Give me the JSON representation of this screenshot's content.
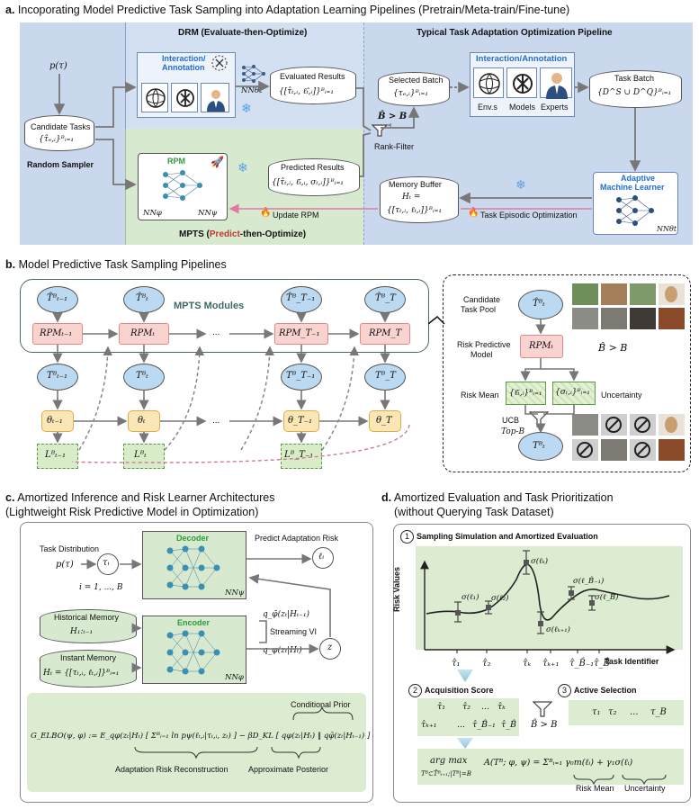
{
  "section_a": {
    "title_prefix": "a.",
    "title": "Incoporating Model Predictive Task Sampling into Adaptation Learning Pipelines (Pretrain/Meta-train/Fine-tune)",
    "drm_title": "DRM (Evaluate-then-Optimize)",
    "typical_title": "Typical Task Adaptation Optimization Pipeline",
    "mpts_title_pre": "MPTS (",
    "mpts_title_red": "Predict",
    "mpts_title_post": "-then-Optimize)",
    "p_tau": "p(τ)",
    "candidate_tasks": "Candidate Tasks",
    "candidate_formula": "{τ̂ₑ,ᵢ}ᴮᵢ₌₁",
    "random_sampler": "Random Sampler",
    "interaction_annotation_1": "Interaction/",
    "interaction_annotation_2": "Annotation",
    "nn_theta_t": "NNθt",
    "evaluated_results": "Evaluated Results",
    "evaluated_formula": "{[τ̂ₜ,ᵢ, ℓ̂ₜ,ᵢ]}ᴮᵢ₌₁",
    "selected_batch": "Selected Batch",
    "selected_formula": "{τₑ,ᵢ}ᴮᵢ₌₁",
    "b_hat_gt_b": "B̂ > B",
    "rank_filter": "Rank-Filter",
    "interaction_annotation_full": "Interaction/Annotation",
    "envs": "Env.s",
    "models": "Models",
    "experts": "Experts",
    "task_batch": "Task Batch",
    "task_batch_formula": "{D^S ∪ D^Q}ᴮᵢ₌₁",
    "rpm": "RPM",
    "nn_phi": "NNφ",
    "nn_psi": "NNψ",
    "predicted_results": "Predicted Results",
    "predicted_formula": "{[τ̂ₜ,ᵢ, ℓ̄ₜ,ᵢ, σₜ,ᵢ]}ᴮᵢ₌₁",
    "memory_buffer": "Memory Buffer",
    "memory_formula_1": "Hₜ =",
    "memory_formula_2": "{[τₜ,ᵢ, ℓₜ,ᵢ]}ᴮᵢ₌₁",
    "update_rpm": "Update RPM",
    "task_episodic_opt": "Task Episodic Optimization",
    "adaptive_ml_1": "Adaptive",
    "adaptive_ml_2": "Machine Learner",
    "nn_theta_t2": "NNθt"
  },
  "section_b": {
    "title_prefix": "b.",
    "title": "Model Predictive Task Sampling Pipelines",
    "mpts_modules": "MPTS Modules",
    "top_nodes": [
      "T̂ᴮₜ₋₁",
      "T̂ᴮₜ",
      "T̂ᴮ_T₋₁",
      "T̂ᴮ_T"
    ],
    "rpm_nodes": [
      "RPMₜ₋₁",
      "RPMₜ",
      "RPM_T₋₁",
      "RPM_T"
    ],
    "mid_nodes": [
      "Tᴮₜ₋₁",
      "Tᴮₜ",
      "Tᴮ_T₋₁",
      "Tᴮ_T"
    ],
    "theta_nodes": [
      "θₜ₋₁",
      "θₜ",
      "θ_T₋₁",
      "θ_T"
    ],
    "loss_nodes": [
      "Lᴮₜ₋₁",
      "Lᴮₜ",
      "Lᴮ_T₋₁",
      "Lᴮ_T"
    ],
    "dots": "...",
    "right": {
      "candidate_pool_1": "Candidate",
      "candidate_pool_2": "Task Pool",
      "risk_predictive_1": "Risk Predictive",
      "risk_predictive_2": "Model",
      "top_node": "T̂ᴮₜ",
      "rpm_node": "RPMₜ",
      "b_hat_gt_b": "B̂ > B",
      "risk_mean": "Risk Mean",
      "uncertainty": "Uncertainty",
      "mean_formula": "{ℓ̄ₜ,ᵢ}ᴮᵢ₌₁",
      "sigma_formula": "{σₜ,ᵢ}ᴮᵢ₌₁",
      "ucb": "UCB",
      "top_b": "Top-B",
      "bottom_node": "Tᴮₜ"
    }
  },
  "section_c": {
    "title_prefix": "c.",
    "title_line1": "Amortized Inference and Risk Learner Architectures",
    "title_line2": "(Lightweight Risk Predictive Model in Optimization)",
    "task_distribution": "Task Distribution",
    "p_tau": "p(τ)",
    "tau_i": "τᵢ",
    "index_range": "i = 1, ..., B",
    "decoder": "Decoder",
    "nn_psi": "NNψ",
    "predict_risk": "Predict Adaptation Risk",
    "ell_i": "ℓᵢ",
    "historical_memory": "Historical Memory",
    "h_hist": "H₁:ₜ₋₁",
    "instant_memory": "Instant Memory",
    "h_inst": "Hₜ = {[τₜ,ᵢ, ℓₜ,ᵢ]}ᴮᵢ₌₁",
    "encoder": "Encoder",
    "nn_phi": "NNφ",
    "q_prior": "q_φ̄(zₜ|Hₜ₋₁)",
    "streaming_vi": "Streaming VI",
    "q_post": "q_φ(zₜ|Hₜ)",
    "z": "z",
    "conditional_prior": "Conditional Prior",
    "elbo": "G_ELBO(ψ, φ) := E_qφ(zₜ|Hₜ) [ Σᴮᵢ₌₁ ln pψ(ℓₜ,ᵢ|τₜ,ᵢ, zₜ) ] − βD_KL [ qφ(zₜ|Hₜ) ‖ qφ̄(zₜ|Hₜ₋₁) ]",
    "adaptation_risk_recon": "Adaptation Risk Reconstruction",
    "approx_posterior": "Approximate Posterior"
  },
  "section_d": {
    "title_prefix": "d.",
    "title_line1": "Amortized Evaluation and Task Prioritization",
    "title_line2": "(without Querying Task Dataset)",
    "step1": "Sampling Simulation and Amortized Evaluation",
    "step1_num": "1",
    "risk_values": "Risk Values",
    "task_identifier": "Task Identifier",
    "x_ticks": [
      "τ̂₁",
      "τ̂₂",
      "τ̂ₖ",
      "τ̂ₖ₊₁",
      "τ̂_B̂₋₁",
      "τ̂_B̂"
    ],
    "sigma_labels": [
      "σ(ℓ₁)",
      "σ(ℓ₂)",
      "σ(ℓₖ)",
      "σ(ℓₖ₊₁)",
      "σ(ℓ_B̂₋₁)",
      "σ(ℓ_B̂)"
    ],
    "step2": "Acquisition Score",
    "step2_num": "2",
    "step3": "Active Selection",
    "step3_num": "3",
    "acq_row1": [
      "τ̂₁",
      "τ̂₂",
      "...",
      "τ̂ₖ"
    ],
    "acq_row2": [
      "τ̂ₖ₊₁",
      "...",
      "τ̂_B̂₋₁",
      "τ̂_B̂"
    ],
    "b_hat_gt_b": "B̂ > B",
    "selected": [
      "τ₁",
      "τ₂",
      "...",
      "τ_B"
    ],
    "argmax": "arg max",
    "argmax_sub": "Tᴮ⊂T̂ᴮₜ₊₁;|Tᴮ|=B",
    "acq_formula": "A(Tᴮ; φ, ψ) = Σᴮᵢ₌₁ γ₀m(ℓᵢ) + γ₁σ(ℓᵢ)",
    "risk_mean": "Risk Mean",
    "uncertainty": "Uncertainty"
  },
  "colors": {
    "blue_panel": "#c9d8ec",
    "green_panel": "#d7ead0",
    "node_blue": "#bcd9f2",
    "rpm_pink": "#f8d3d0",
    "theta_yellow": "#fbe7b5",
    "loss_green": "#d9ecc8",
    "red_text": "#c0392b",
    "blue_text": "#1f6fd1",
    "pink_arrow": "#e07aa0"
  }
}
